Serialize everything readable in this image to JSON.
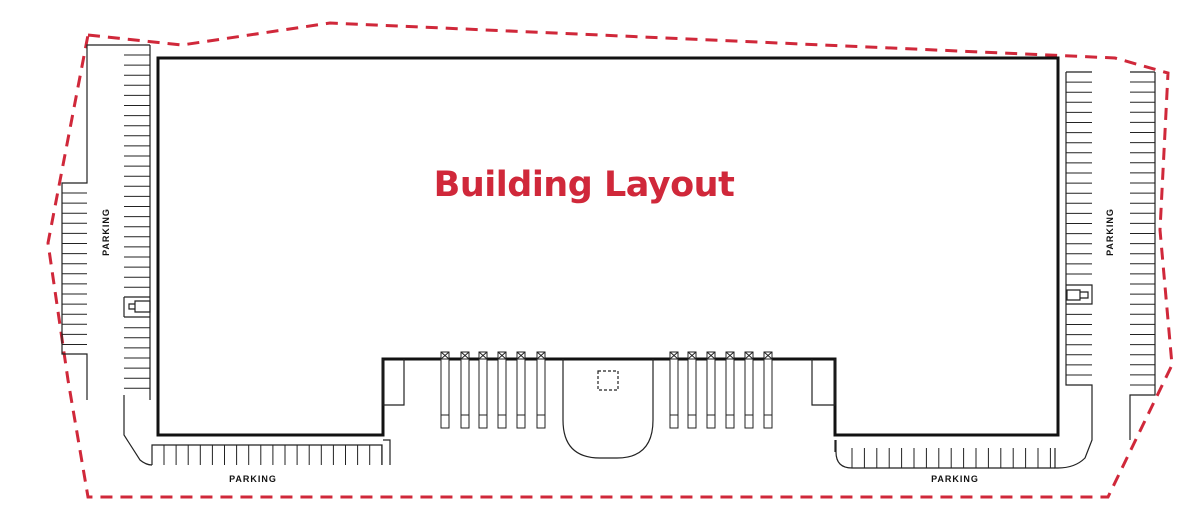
{
  "title": "Building Layout",
  "parking_labels": {
    "left": "PARKING",
    "right": "PARKING",
    "bottom_left": "PARKING",
    "bottom_right": "PARKING"
  },
  "colors": {
    "accent": "#d0283a",
    "lines": "#111111"
  },
  "dock_doors": {
    "left_group": 6,
    "right_group": 6
  }
}
